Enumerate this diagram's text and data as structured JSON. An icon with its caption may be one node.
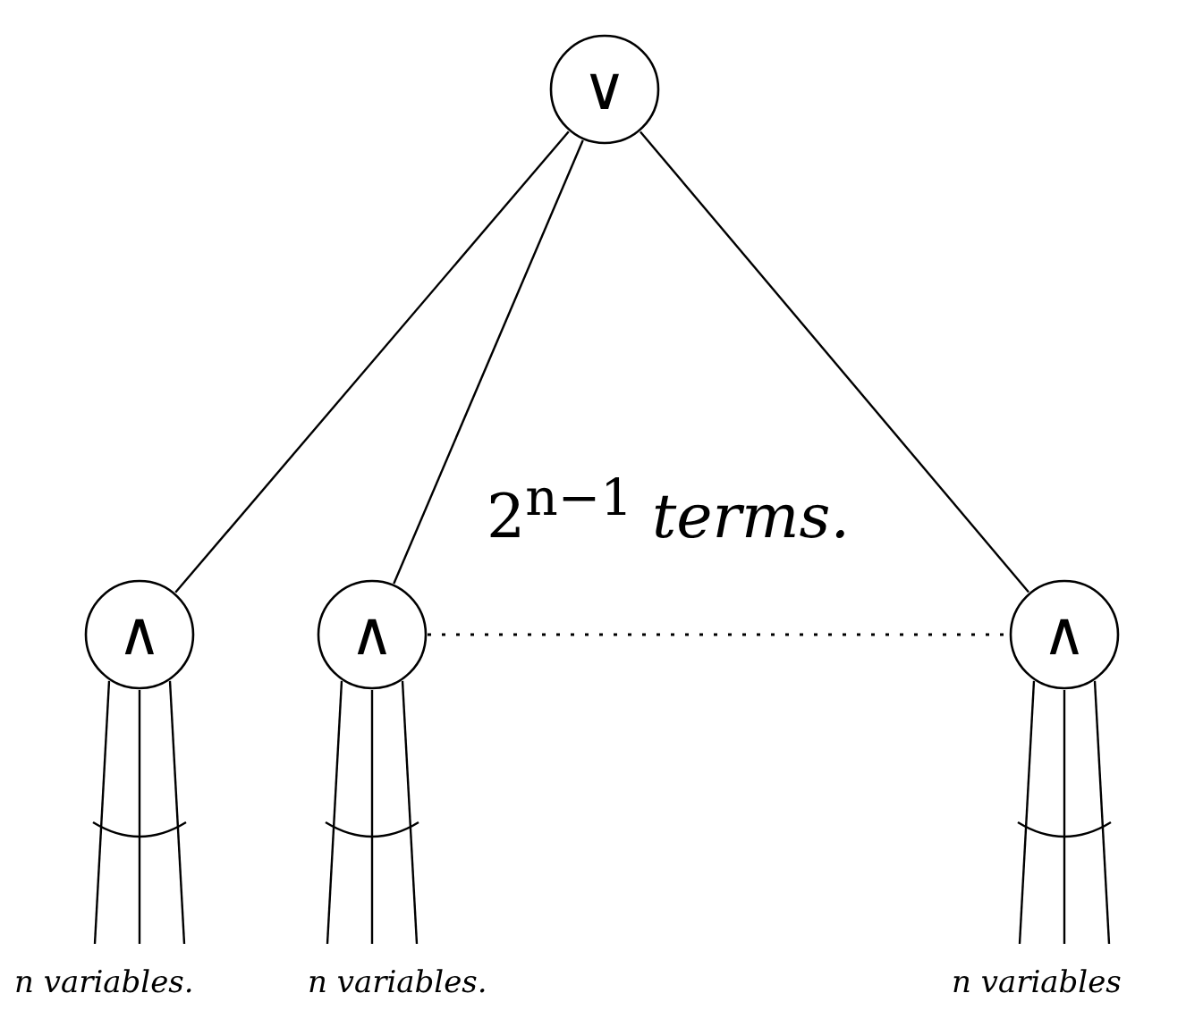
{
  "diagram": {
    "nodes": [
      {
        "text": [
          "∨"
        ]
      },
      {
        "text": [
          "∧"
        ]
      },
      {
        "text": [
          "∧"
        ]
      },
      {
        "text": [
          "∧"
        ]
      }
    ],
    "edges": [
      {
        "from": 0,
        "to": 1,
        "arrow": "none"
      },
      {
        "from": 0,
        "to": 2,
        "arrow": "none"
      },
      {
        "from": 0,
        "to": 3,
        "arrow": "none"
      },
      {
        "from": 2,
        "to": 3,
        "arrow": "none",
        "style": "dashed"
      },
      {
        "from": 1,
        "to": null,
        "arrow": "none"
      },
      {
        "from": 1,
        "to": null,
        "arrow": "none"
      },
      {
        "from": 1,
        "to": null,
        "arrow": "none"
      },
      {
        "from": 2,
        "to": null,
        "arrow": "none"
      },
      {
        "from": 2,
        "to": null,
        "arrow": "none"
      },
      {
        "from": 2,
        "to": null,
        "arrow": "none"
      },
      {
        "from": 3,
        "to": null,
        "arrow": "none"
      },
      {
        "from": 3,
        "to": null,
        "arrow": "none"
      },
      {
        "from": 3,
        "to": null,
        "arrow": "none"
      }
    ],
    "labels": [
      "2$^{n−1}$ *terms.*",
      "n variables.",
      "n variables.",
      "n variables"
    ]
  }
}
